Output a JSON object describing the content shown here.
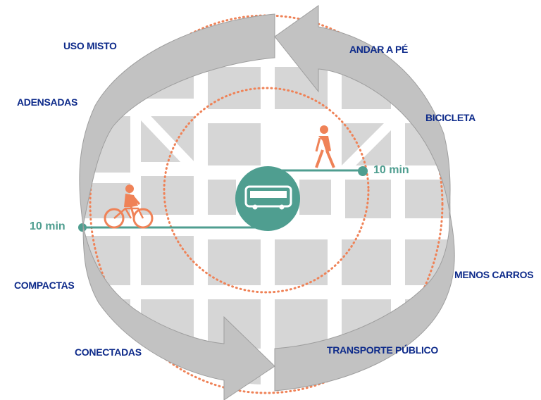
{
  "labels": {
    "uso_misto": "USO MISTO",
    "andar_a_pe": "ANDAR A PÉ",
    "adensadas": "ADENSADAS",
    "bicicleta": "BICICLETA",
    "menos_carros": "MENOS CARROS",
    "compactas": "COMPACTAS",
    "conectadas": "CONECTADAS",
    "transporte_publico": "TRANSPORTE PÚBLICO"
  },
  "times": {
    "walk": "10 min",
    "bike": "10 min"
  },
  "icons": {
    "center": "bus-icon",
    "walker": "pedestrian-icon",
    "cyclist": "cyclist-icon"
  },
  "colors": {
    "label_text": "#0d2a8a",
    "teal": "#4f9e90",
    "orange": "#ef8257",
    "arrow_gray": "#c2c2c2",
    "block_gray": "#d6d6d6"
  }
}
